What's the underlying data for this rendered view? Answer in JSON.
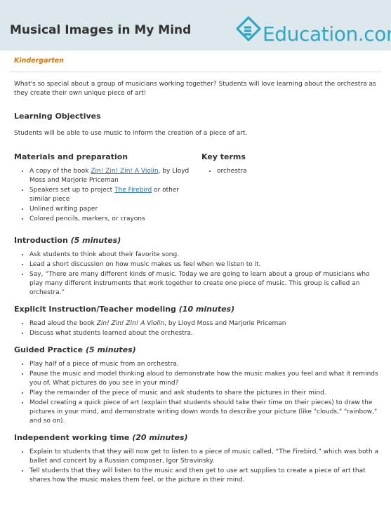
{
  "header": {
    "title": "Musical Images in My Mind",
    "logo_text": "Education.com",
    "brand_color": "#2ba8c7"
  },
  "grade": "Kindergarten",
  "intro": "What's so special about a group of musicians working together? Students will love learning about the orchestra as they create their own unique piece of art!",
  "objectives": {
    "heading": "Learning Objectives",
    "text": "Students will be able to use music to inform the creation of a piece of art."
  },
  "materials": {
    "heading": "Materials and preparation",
    "item1_pre": "A copy of the book ",
    "item1_link": "Zin! Zin! Zin! A Violin",
    "item1_post": ", by Lloyd Moss and Marjorie Priceman",
    "item2_pre": "Speakers set up to project ",
    "item2_link": "The Firebird",
    "item2_post": " or other similar piece",
    "item3": "Unlined writing paper",
    "item4": "Colored pencils, markers, or crayons"
  },
  "key_terms": {
    "heading": "Key terms",
    "items": [
      "orchestra"
    ]
  },
  "introduction": {
    "heading": "Introduction ",
    "time": "(5 minutes)",
    "items": [
      "Ask students to think about their favorite song.",
      "Lead a short discussion on how music makes us feel when we listen to it.",
      "Say, “There are many different kinds of music. Today we are going to learn about a group of musicians who play many different instruments that work together to create one piece of music. This group is called an orchestra.”"
    ]
  },
  "explicit": {
    "heading": "Explicit Instruction/Teacher modeling ",
    "time": "(10 minutes)",
    "item1_pre": "Read aloud the book ",
    "item1_italic": "Zin! Zin! Zin! A Violin",
    "item1_post": ", by Lloyd Moss and Marjorie Priceman",
    "item2": "Discuss what students learned about the orchestra."
  },
  "guided": {
    "heading": "Guided Practice ",
    "time": "(5 minutes)",
    "items": [
      "Play half of a piece of music from an orchestra.",
      "Pause the music and model thinking aloud to demonstrate how the music makes you feel and what it reminds you of. What pictures do you see in your mind?",
      "Play the remainder of the piece of music and ask students to share the pictures in their mind.",
      "Model creating a quick piece of art (explain that students should take their time on their pieces) to draw the pictures in your mind, and demonstrate writing down words to describe your picture (like \"clouds,\" \"rainbow,\" and so on)."
    ]
  },
  "independent": {
    "heading": "Independent working time ",
    "time": "(20 minutes)",
    "items": [
      "Explain to students that they will now get to listen to a piece of music called, “The Firebird,” which was both a ballet and concert by a Russian composer, Igor Stravinsky.",
      "Tell students that they will listen to the music and then get to use art supplies to create a piece of art that shares how the music makes them feel, or the picture in their mind."
    ]
  }
}
